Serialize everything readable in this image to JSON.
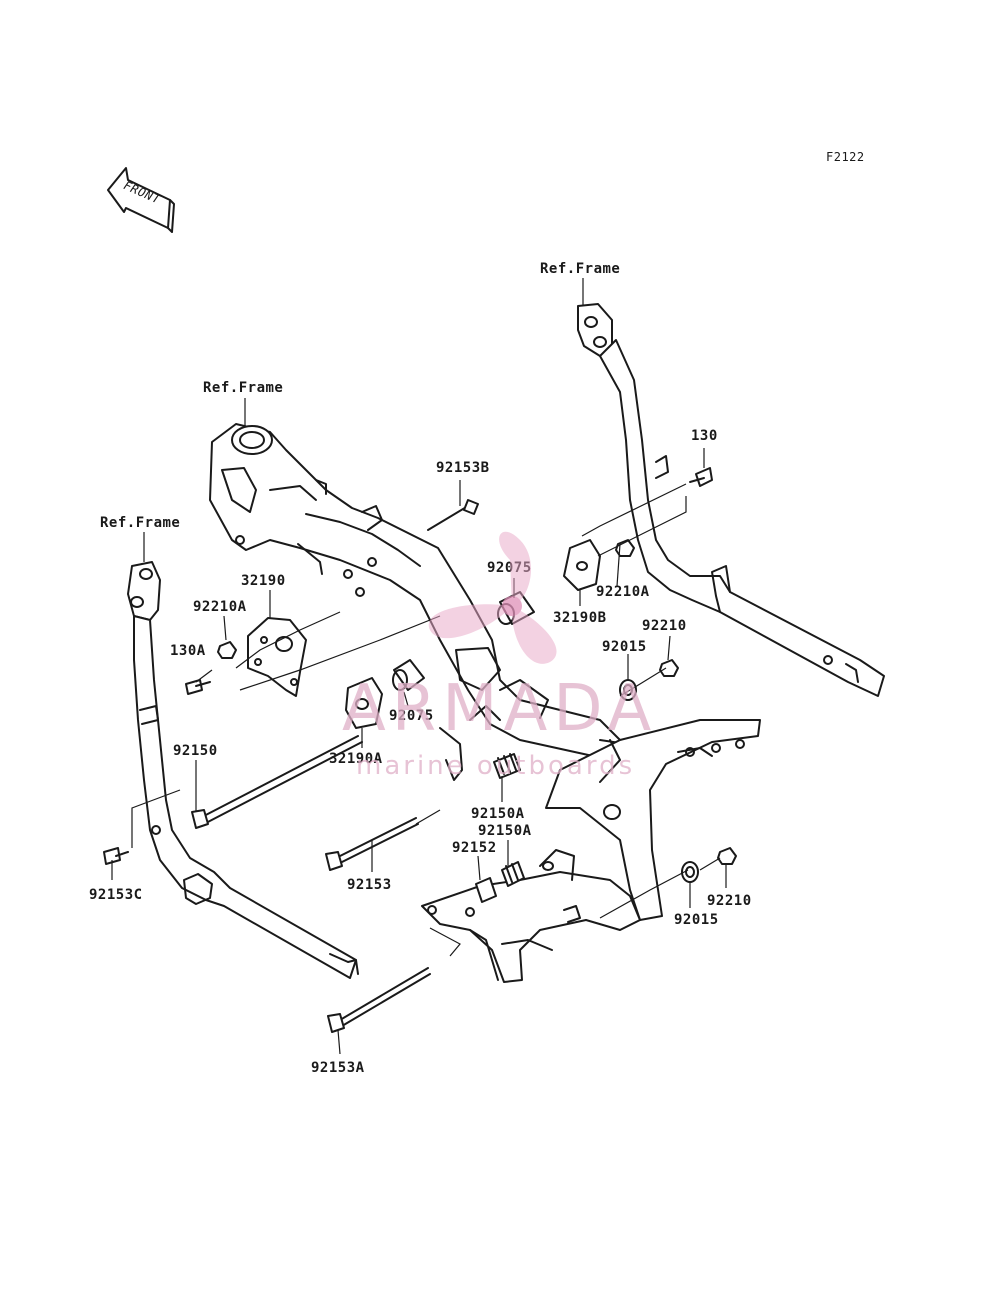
{
  "figure_code": "F2122",
  "front_arrow_label": "FRONT",
  "ref_frame_labels": [
    "Ref.Frame",
    "Ref.Frame",
    "Ref.Frame"
  ],
  "part_numbers": {
    "p130": "130",
    "p92153B": "92153B",
    "p92075_top": "92075",
    "p32190": "32190",
    "p92210A_left": "92210A",
    "p130A": "130A",
    "p92210A_right": "92210A",
    "p32190B": "32190B",
    "p92210_top": "92210",
    "p92015_top": "92015",
    "p92075_mid": "92075",
    "p92150": "92150",
    "p32190A": "32190A",
    "p92150A_1": "92150A",
    "p92150A_2": "92150A",
    "p92152": "92152",
    "p92153C": "92153C",
    "p92153": "92153",
    "p92210_bottom": "92210",
    "p92015_bottom": "92015",
    "p92153A": "92153A"
  },
  "watermark": {
    "brand": "ARMADA",
    "tagline": "marine outboards",
    "color": "#e0a0c0"
  }
}
